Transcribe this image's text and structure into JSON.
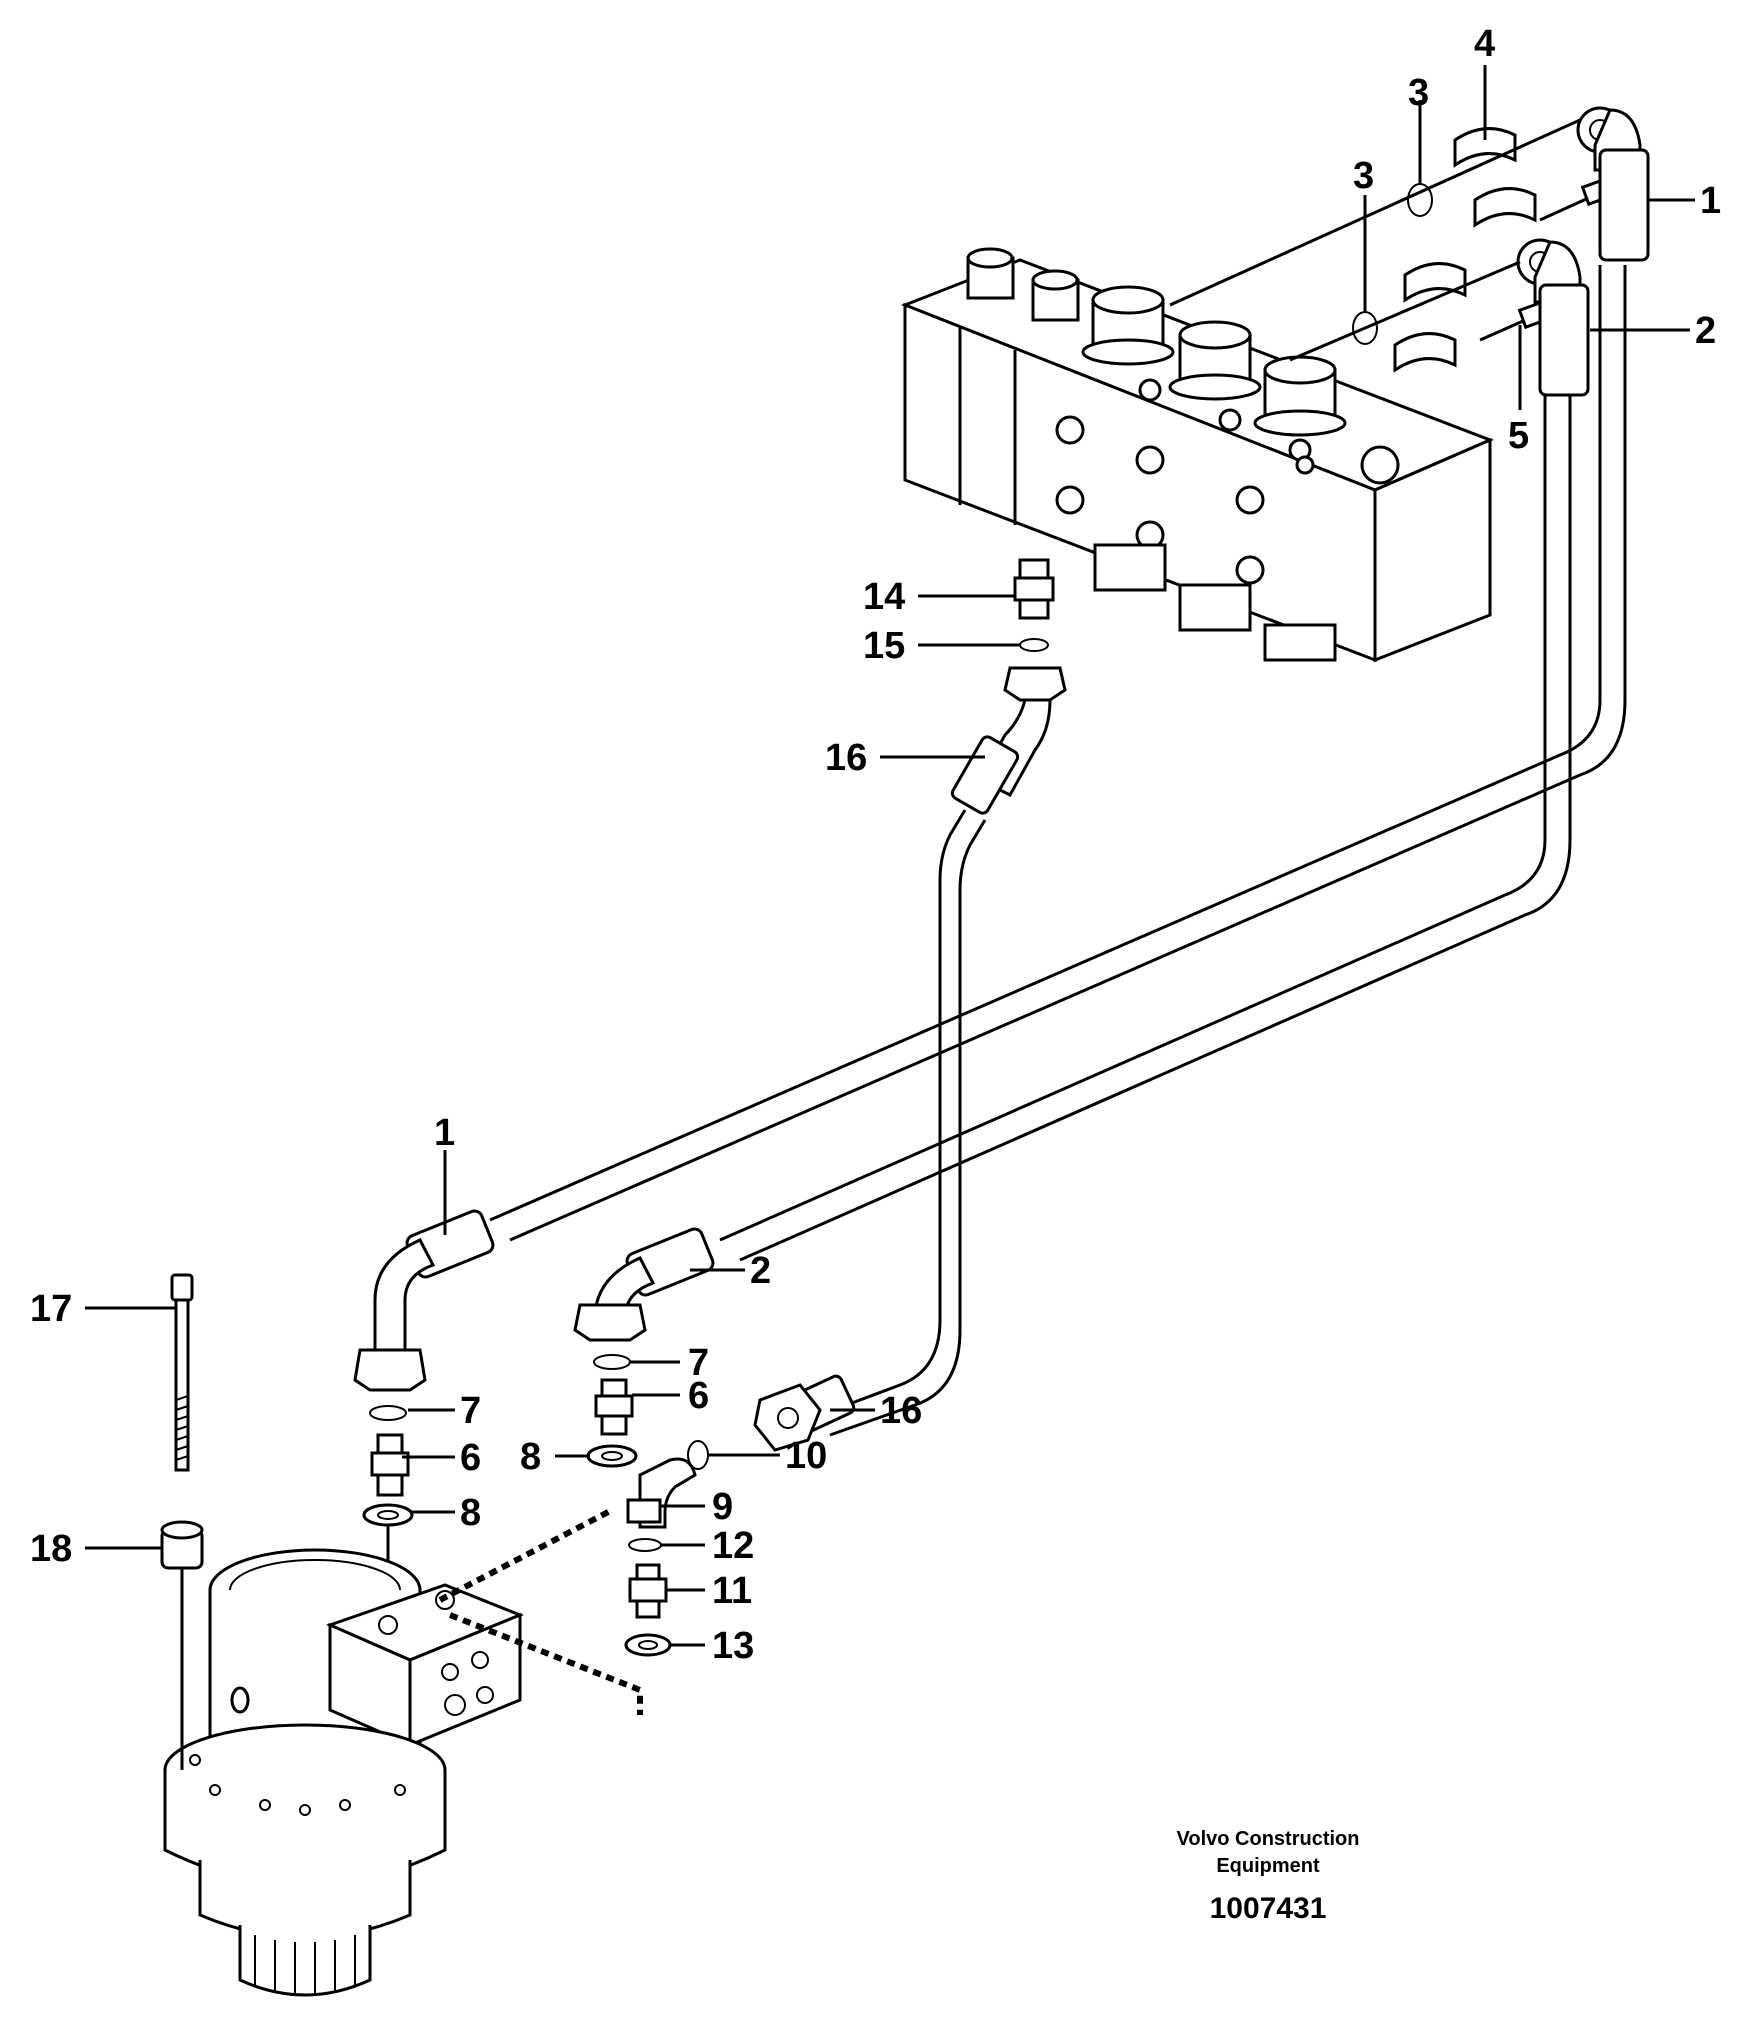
{
  "callouts": [
    {
      "id": "1-top",
      "text": "1"
    },
    {
      "id": "2-top",
      "text": "2"
    },
    {
      "id": "3-a",
      "text": "3"
    },
    {
      "id": "3-b",
      "text": "3"
    },
    {
      "id": "4",
      "text": "4"
    },
    {
      "id": "5",
      "text": "5"
    },
    {
      "id": "14",
      "text": "14"
    },
    {
      "id": "15",
      "text": "15"
    },
    {
      "id": "16-top",
      "text": "16"
    },
    {
      "id": "1-bottom",
      "text": "1"
    },
    {
      "id": "2-bottom",
      "text": "2"
    },
    {
      "id": "7-left",
      "text": "7"
    },
    {
      "id": "6-left",
      "text": "6"
    },
    {
      "id": "8-left",
      "text": "8"
    },
    {
      "id": "7-mid",
      "text": "7"
    },
    {
      "id": "6-mid",
      "text": "6"
    },
    {
      "id": "8-mid",
      "text": "8"
    },
    {
      "id": "10",
      "text": "10"
    },
    {
      "id": "16-bottom",
      "text": "16"
    },
    {
      "id": "9",
      "text": "9"
    },
    {
      "id": "12",
      "text": "12"
    },
    {
      "id": "11",
      "text": "11"
    },
    {
      "id": "13",
      "text": "13"
    },
    {
      "id": "17",
      "text": "17"
    },
    {
      "id": "18",
      "text": "18"
    }
  ],
  "manufacturer": {
    "line1": "Volvo Construction",
    "line2": "Equipment"
  },
  "drawing_number": "1007431"
}
